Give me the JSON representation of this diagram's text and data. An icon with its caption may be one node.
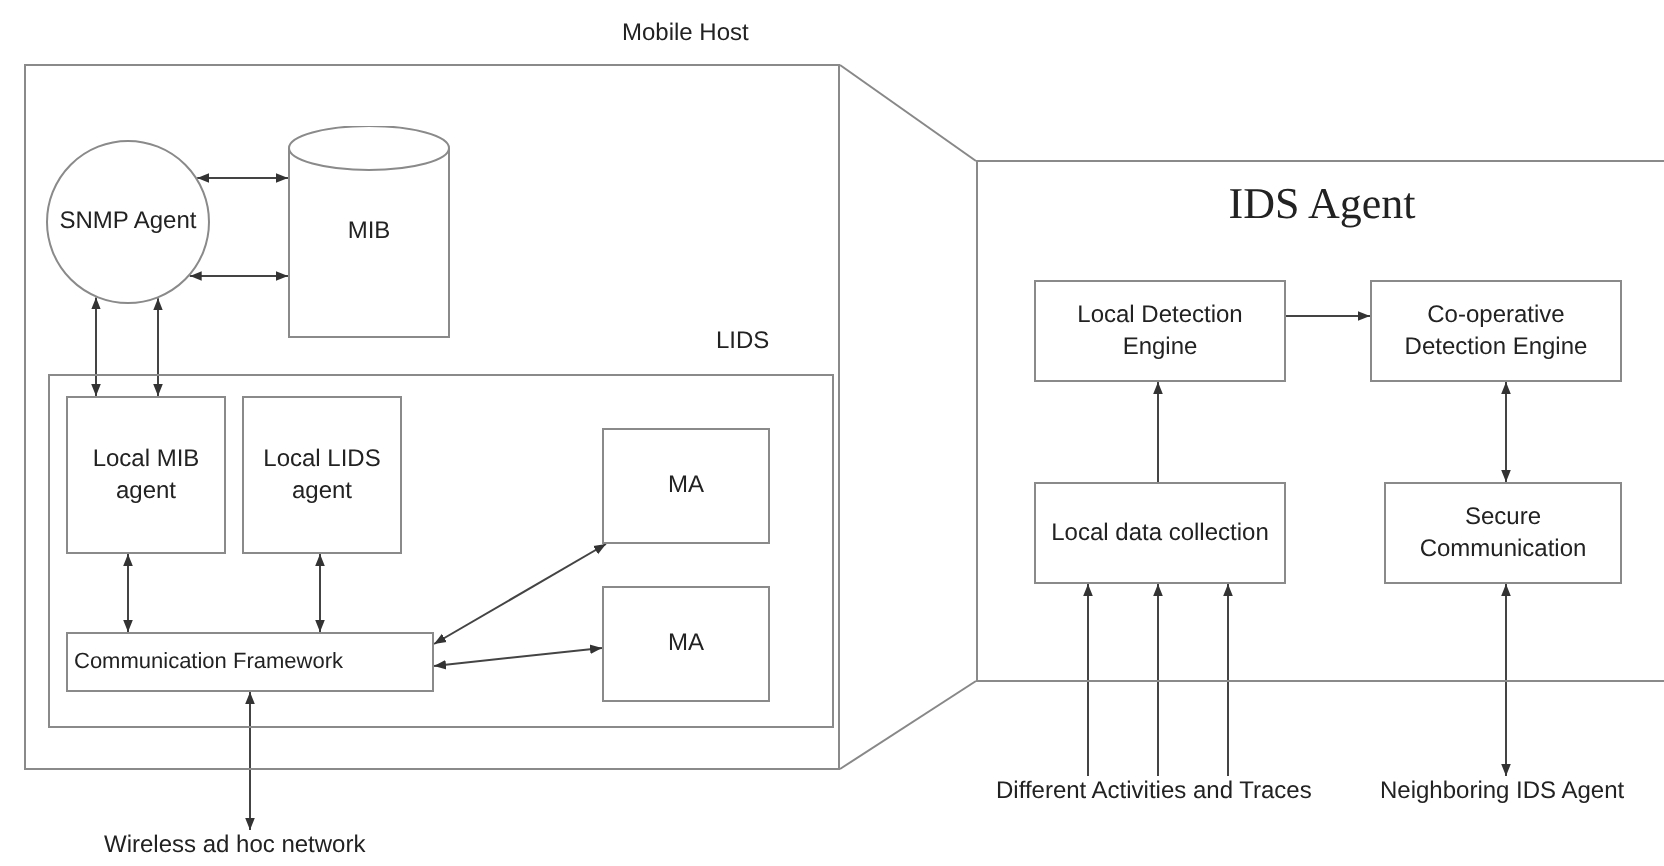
{
  "diagram": {
    "nodes": [
      {
        "text": [
          "Mobile Host"
        ]
      },
      {
        "text": [
          "SNMP Agent"
        ],
        "in": 0
      },
      {
        "text": [
          "MIB"
        ],
        "in": 0
      },
      {
        "text": [
          "LIDS"
        ],
        "in": 0
      },
      {
        "text": [
          "Local MIB agent"
        ],
        "in": 3
      },
      {
        "text": [
          "Local LIDS agent"
        ],
        "in": 3
      },
      {
        "text": [
          "MA"
        ],
        "in": 3
      },
      {
        "text": [
          "Communication Framework"
        ],
        "in": 3
      },
      {
        "text": [
          "MA"
        ],
        "in": 3
      },
      {
        "text": [
          "Wireless ad hoc network"
        ]
      },
      {
        "text": [
          "IDS Agent"
        ]
      },
      {
        "text": [
          "Local Detection Engine"
        ],
        "in": 10
      },
      {
        "text": [
          "Co-operative Detection Engine"
        ],
        "in": 10
      },
      {
        "text": [
          "Local data collection"
        ],
        "in": 10
      },
      {
        "text": [
          "Secure Communication"
        ],
        "in": 10
      },
      {
        "text": [
          "Different Activities and Traces"
        ]
      },
      {
        "text": [
          "Neighboring IDS Agent"
        ]
      }
    ],
    "edges": [
      {
        "from": 1,
        "to": 2,
        "arrow": "both"
      },
      {
        "from": 1,
        "to": 2,
        "arrow": "both"
      },
      {
        "from": 1,
        "to": 4,
        "arrow": "both"
      },
      {
        "from": 1,
        "to": 4,
        "arrow": "both"
      },
      {
        "from": 4,
        "to": 7,
        "arrow": "both"
      },
      {
        "from": 5,
        "to": 7,
        "arrow": "both"
      },
      {
        "from": 7,
        "to": 6,
        "arrow": "both"
      },
      {
        "from": 7,
        "to": 8,
        "arrow": "both"
      },
      {
        "from": 7,
        "to": 9,
        "arrow": "both"
      },
      {
        "from": 11,
        "to": 12,
        "arrow": "to"
      },
      {
        "from": 13,
        "to": 11,
        "arrow": "to"
      },
      {
        "from": 15,
        "to": 13,
        "arrow": "to"
      },
      {
        "from": 15,
        "to": 13,
        "arrow": "to"
      },
      {
        "from": 15,
        "to": 13,
        "arrow": "to"
      },
      {
        "from": 12,
        "to": 14,
        "arrow": "both"
      },
      {
        "from": 14,
        "to": 16,
        "arrow": "both"
      },
      {
        "from": 0,
        "to": 10,
        "arrow": "none"
      },
      {
        "from": 0,
        "to": 10,
        "arrow": "none"
      }
    ]
  }
}
